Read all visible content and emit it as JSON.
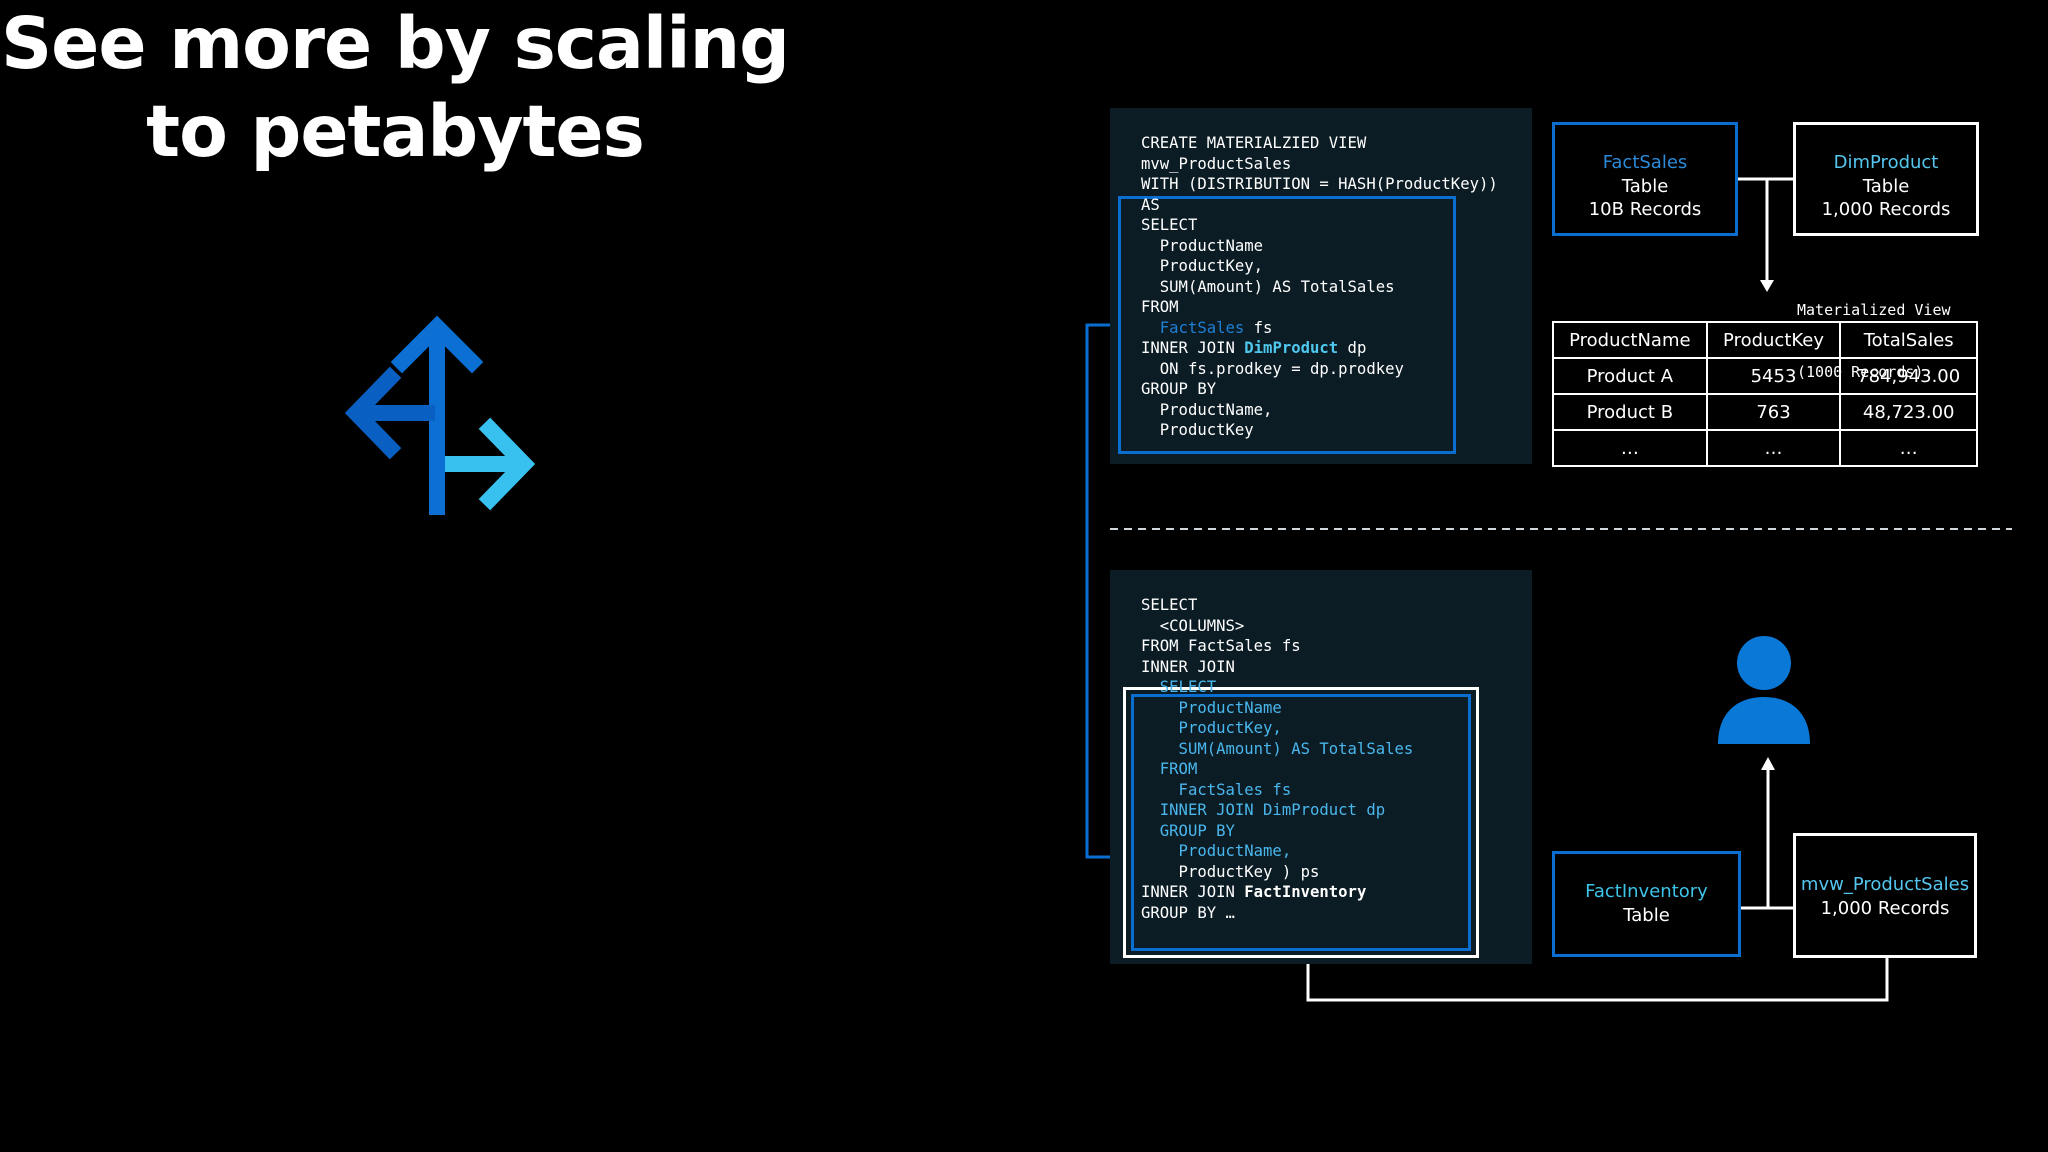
{
  "headline": {
    "line1": "See more by scaling",
    "line2": "to petabytes"
  },
  "icon": "branching-arrows-icon",
  "colors": {
    "background": "#000000",
    "panel": "#0c1c24",
    "accent_blue": "#0a6ed1",
    "accent_cyan": "#4fc8ef"
  },
  "top_code": {
    "line1": "CREATE MATERIALZIED VIEW",
    "line2": "mvw_ProductSales",
    "line3": "WITH (DISTRIBUTION = HASH(ProductKey))",
    "line4": "AS",
    "line5": "SELECT",
    "line6": "  ProductName",
    "line7": "  ProductKey,",
    "line8": "  SUM(Amount) AS TotalSales",
    "line9": "FROM",
    "line10_kw": "  FactSales",
    "line10_rest": " fs",
    "line11_a": "INNER JOIN ",
    "line11_b": "DimProduct",
    "line11_c": " dp",
    "line12": "  ON fs.prodkey = dp.prodkey",
    "line13": "GROUP BY",
    "line14": "  ProductName,",
    "line15": "  ProductKey"
  },
  "fact_sales_box": {
    "name": "FactSales",
    "type": "Table",
    "records": "10B Records"
  },
  "dim_product_box": {
    "name": "DimProduct",
    "type": "Table",
    "records": "1,000 Records"
  },
  "mv_label": {
    "line1": "Materialized View",
    "line2": "(1000 Records)"
  },
  "mv_table": {
    "headers": [
      "ProductName",
      "ProductKey",
      "TotalSales"
    ],
    "rows": [
      [
        "Product A",
        "5453",
        "784,943.00"
      ],
      [
        "Product B",
        "763",
        "48,723.00"
      ],
      [
        "…",
        "…",
        "…"
      ]
    ]
  },
  "bottom_code": {
    "line1": "SELECT",
    "line2": "  <COLUMNS>",
    "line3": "FROM FactSales fs",
    "line4": "INNER JOIN",
    "inner1": "  SELECT",
    "inner2": "    ProductName",
    "inner3": "    ProductKey,",
    "inner4": "    SUM(Amount) AS TotalSales",
    "inner5": "  FROM",
    "inner6": "    FactSales fs",
    "inner7": "  INNER JOIN DimProduct dp",
    "inner8": "  GROUP BY",
    "inner9": "    ProductName,",
    "inner10": "    ProductKey ) ps",
    "line5_a": "INNER JOIN ",
    "line5_b": "FactInventory",
    "line6": "GROUP BY …"
  },
  "fact_inventory_box": {
    "name": "FactInventory",
    "type": "Table"
  },
  "mvw_box": {
    "name": "mvw_ProductSales",
    "records": "1,000 Records"
  },
  "user_icon": "user-icon"
}
